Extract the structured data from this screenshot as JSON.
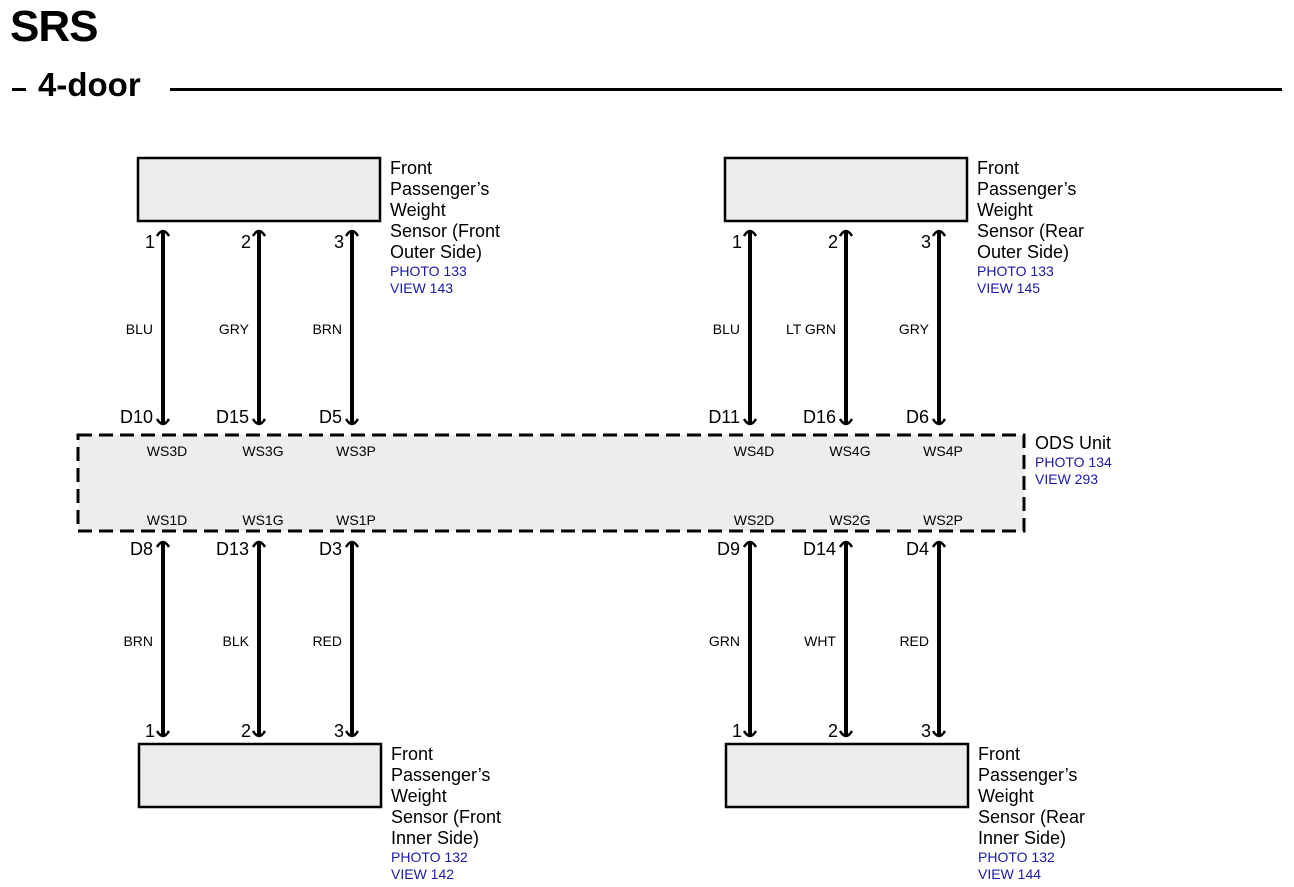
{
  "page": {
    "title": "SRS",
    "subtitle": "4-door",
    "colors": {
      "wire": "#000000",
      "box_fill": "#ededed",
      "link": "#1a1aa8"
    }
  },
  "ods_unit": {
    "name": "ODS Unit",
    "photo": "PHOTO 134",
    "view": "VIEW 293"
  },
  "sensors": [
    {
      "id": "front-outer",
      "position": "top-left",
      "name_lines": [
        "Front",
        "Passenger’s",
        "Weight",
        "Sensor (Front",
        "Outer Side)"
      ],
      "photo": "PHOTO 133",
      "view": "VIEW 143",
      "pins": [
        {
          "pin": "1",
          "wire": "BLU",
          "connector": "D10",
          "terminal": "WS3D"
        },
        {
          "pin": "2",
          "wire": "GRY",
          "connector": "D15",
          "terminal": "WS3G"
        },
        {
          "pin": "3",
          "wire": "BRN",
          "connector": "D5",
          "terminal": "WS3P"
        }
      ]
    },
    {
      "id": "rear-outer",
      "position": "top-right",
      "name_lines": [
        "Front",
        "Passenger’s",
        "Weight",
        "Sensor (Rear",
        "Outer Side)"
      ],
      "photo": "PHOTO 133",
      "view": "VIEW 145",
      "pins": [
        {
          "pin": "1",
          "wire": "BLU",
          "connector": "D11",
          "terminal": "WS4D"
        },
        {
          "pin": "2",
          "wire": "LT GRN",
          "connector": "D16",
          "terminal": "WS4G"
        },
        {
          "pin": "3",
          "wire": "GRY",
          "connector": "D6",
          "terminal": "WS4P"
        }
      ]
    },
    {
      "id": "front-inner",
      "position": "bottom-left",
      "name_lines": [
        "Front",
        "Passenger’s",
        "Weight",
        "Sensor (Front",
        "Inner Side)"
      ],
      "photo": "PHOTO 132",
      "view": "VIEW 142",
      "pins": [
        {
          "pin": "1",
          "wire": "BRN",
          "connector": "D8",
          "terminal": "WS1D"
        },
        {
          "pin": "2",
          "wire": "BLK",
          "connector": "D13",
          "terminal": "WS1G"
        },
        {
          "pin": "3",
          "wire": "RED",
          "connector": "D3",
          "terminal": "WS1P"
        }
      ]
    },
    {
      "id": "rear-inner",
      "position": "bottom-right",
      "name_lines": [
        "Front",
        "Passenger’s",
        "Weight",
        "Sensor (Rear",
        "Inner Side)"
      ],
      "photo": "PHOTO 132",
      "view": "VIEW 144",
      "pins": [
        {
          "pin": "1",
          "wire": "GRN",
          "connector": "D9",
          "terminal": "WS2D"
        },
        {
          "pin": "2",
          "wire": "WHT",
          "connector": "D14",
          "terminal": "WS2G"
        },
        {
          "pin": "3",
          "wire": "RED",
          "connector": "D4",
          "terminal": "WS2P"
        }
      ]
    }
  ]
}
